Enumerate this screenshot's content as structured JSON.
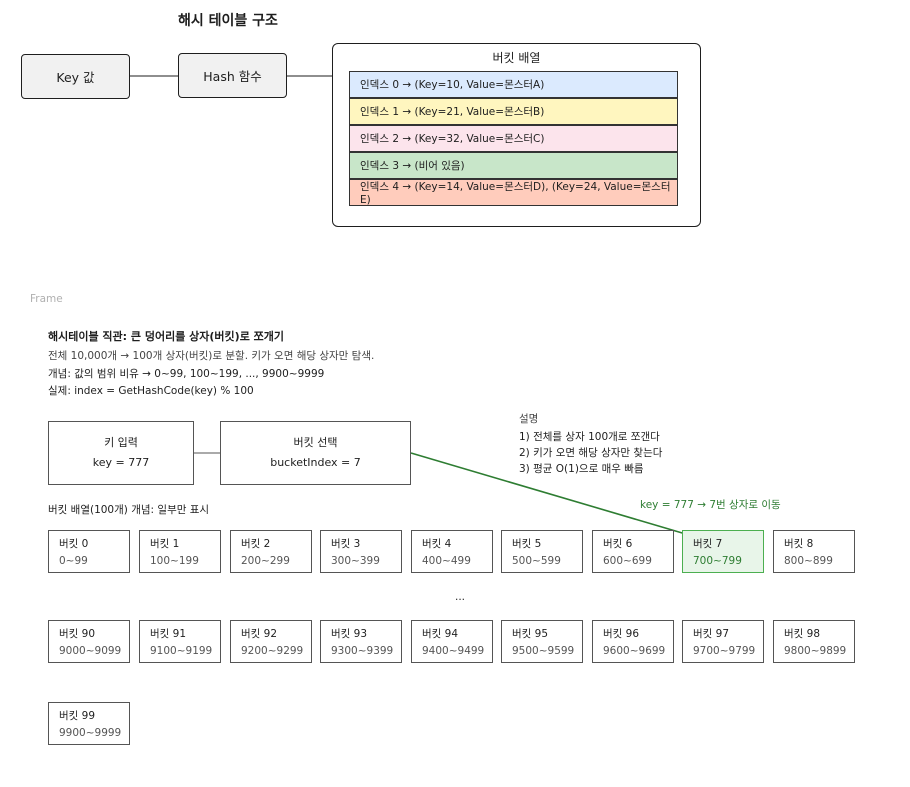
{
  "top": {
    "title": "해시 테이블 구조",
    "key_box": "Key 값",
    "hash_box": "Hash 함수",
    "array_title": "버킷 배열",
    "rows": [
      {
        "label": "인덱스 0 → (Key=10, Value=몬스터A)",
        "color": "#dbeafe"
      },
      {
        "label": "인덱스 1 → (Key=21, Value=몬스터B)",
        "color": "#fff6bf"
      },
      {
        "label": "인덱스 2 → (Key=32, Value=몬스터C)",
        "color": "#fce4ec"
      },
      {
        "label": "인덱스 3 → (비어 있음)",
        "color": "#c8e6c9"
      },
      {
        "label": "인덱스 4 → (Key=14, Value=몬스터D), (Key=24, Value=몬스터E)",
        "color": "#ffccbc"
      }
    ]
  },
  "frame": {
    "label": "Frame",
    "heading": "해시테이블 직관: 큰 덩어리를 상자(버킷)로 쪼개기",
    "lines": [
      "전체 10,000개 → 100개 상자(버킷)로 분할. 키가 오면 해당 상자만 탐색.",
      "개념: 값의 범위 비유 → 0~99, 100~199, ..., 9900~9999",
      "실제: index = GetHashCode(key) % 100"
    ],
    "input_box": {
      "title": "키 입력",
      "value": "key = 777"
    },
    "select_box": {
      "title": "버킷 선택",
      "value": "bucketIndex = 7"
    },
    "desc_title": "설명",
    "desc_lines": [
      "1) 전체를 상자 100개로 쪼갠다",
      "2) 키가 오면 해당 상자만 찾는다",
      "3) 평균 O(1)으로 매우 빠름"
    ],
    "arrow_label": "key = 777 → 7번 상자로 이동",
    "array_caption": "버킷 배열(100개) 개념: 일부만 표시",
    "ellipsis": "...",
    "buckets_row1": [
      {
        "name": "버킷 0",
        "range": "0~99"
      },
      {
        "name": "버킷 1",
        "range": "100~199"
      },
      {
        "name": "버킷 2",
        "range": "200~299"
      },
      {
        "name": "버킷 3",
        "range": "300~399"
      },
      {
        "name": "버킷 4",
        "range": "400~499"
      },
      {
        "name": "버킷 5",
        "range": "500~599"
      },
      {
        "name": "버킷 6",
        "range": "600~699"
      },
      {
        "name": "버킷 7",
        "range": "700~799"
      },
      {
        "name": "버킷 8",
        "range": "800~899"
      }
    ],
    "buckets_row2": [
      {
        "name": "버킷 90",
        "range": "9000~9099"
      },
      {
        "name": "버킷 91",
        "range": "9100~9199"
      },
      {
        "name": "버킷 92",
        "range": "9200~9299"
      },
      {
        "name": "버킷 93",
        "range": "9300~9399"
      },
      {
        "name": "버킷 94",
        "range": "9400~9499"
      },
      {
        "name": "버킷 95",
        "range": "9500~9599"
      },
      {
        "name": "버킷 96",
        "range": "9600~9699"
      },
      {
        "name": "버킷 97",
        "range": "9700~9799"
      },
      {
        "name": "버킷 98",
        "range": "9800~9899"
      }
    ],
    "bucket_last": {
      "name": "버킷 99",
      "range": "9900~9999"
    },
    "highlight_color": "#2e7d32"
  }
}
